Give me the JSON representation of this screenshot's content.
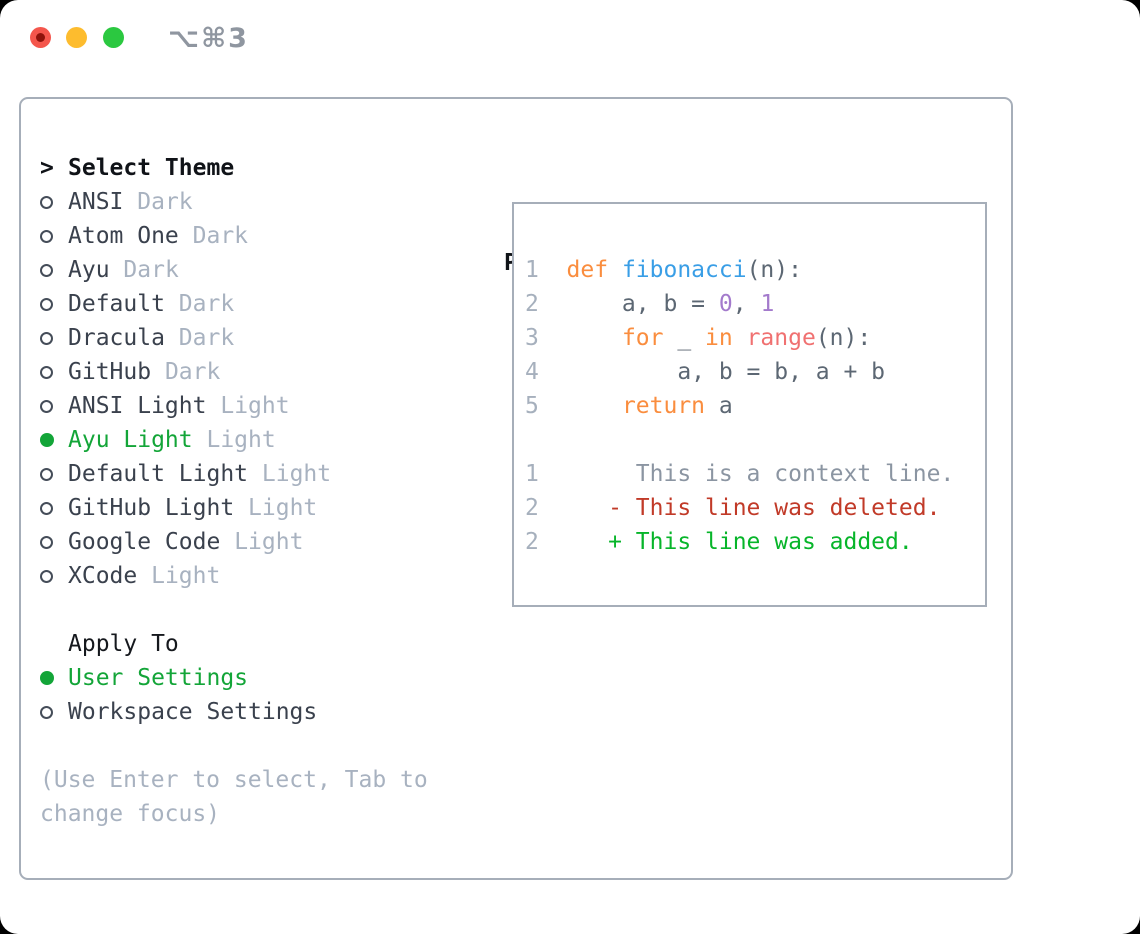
{
  "window": {
    "title": "⌥⌘3"
  },
  "panel": {
    "header": {
      "chevron": ">",
      "label": "Select Theme"
    },
    "themes": [
      {
        "name": "ANSI",
        "variant": "Dark",
        "selected": false
      },
      {
        "name": "Atom One",
        "variant": "Dark",
        "selected": false
      },
      {
        "name": "Ayu",
        "variant": "Dark",
        "selected": false
      },
      {
        "name": "Default",
        "variant": "Dark",
        "selected": false
      },
      {
        "name": "Dracula",
        "variant": "Dark",
        "selected": false
      },
      {
        "name": "GitHub",
        "variant": "Dark",
        "selected": false
      },
      {
        "name": "ANSI Light",
        "variant": "Light",
        "selected": false
      },
      {
        "name": "Ayu Light",
        "variant": "Light",
        "selected": true
      },
      {
        "name": "Default Light",
        "variant": "Light",
        "selected": false
      },
      {
        "name": "GitHub Light",
        "variant": "Light",
        "selected": false
      },
      {
        "name": "Google Code",
        "variant": "Light",
        "selected": false
      },
      {
        "name": "XCode",
        "variant": "Light",
        "selected": false
      }
    ],
    "apply_to": {
      "label": "Apply To",
      "options": [
        {
          "name": "User Settings",
          "selected": true
        },
        {
          "name": "Workspace Settings",
          "selected": false
        }
      ]
    },
    "hint_line1": "(Use Enter to select, Tab to",
    "hint_line2": "change focus)"
  },
  "preview": {
    "title": "Preview",
    "lines": [
      {
        "segs": [
          {
            "c": "ln",
            "t": "1  "
          },
          {
            "c": "kw",
            "t": "def "
          },
          {
            "c": "fn",
            "t": "fibonacci"
          },
          {
            "c": "fg",
            "t": "(n):"
          }
        ]
      },
      {
        "segs": [
          {
            "c": "ln",
            "t": "2  "
          },
          {
            "c": "fg",
            "t": "    a, b = "
          },
          {
            "c": "num",
            "t": "0"
          },
          {
            "c": "fg",
            "t": ", "
          },
          {
            "c": "num",
            "t": "1"
          }
        ]
      },
      {
        "segs": [
          {
            "c": "ln",
            "t": "3  "
          },
          {
            "c": "fg",
            "t": "    "
          },
          {
            "c": "kw",
            "t": "for"
          },
          {
            "c": "fg",
            "t": " _ "
          },
          {
            "c": "kw",
            "t": "in "
          },
          {
            "c": "cor",
            "t": "range"
          },
          {
            "c": "fg",
            "t": "(n):"
          }
        ]
      },
      {
        "segs": [
          {
            "c": "ln",
            "t": "4  "
          },
          {
            "c": "fg",
            "t": "        a, b = b, a + b"
          }
        ]
      },
      {
        "segs": [
          {
            "c": "ln",
            "t": "5  "
          },
          {
            "c": "fg",
            "t": "    "
          },
          {
            "c": "kw",
            "t": "return "
          },
          {
            "c": "fg",
            "t": "a"
          }
        ]
      },
      {
        "segs": []
      },
      {
        "segs": [
          {
            "c": "ln",
            "t": "1  "
          },
          {
            "c": "ctx",
            "t": "     This is a context line."
          }
        ]
      },
      {
        "segs": [
          {
            "c": "ln",
            "t": "2  "
          },
          {
            "c": "del",
            "t": "   - This line was deleted."
          }
        ]
      },
      {
        "segs": [
          {
            "c": "ln",
            "t": "2  "
          },
          {
            "c": "add",
            "t": "   + This line was added."
          }
        ]
      }
    ]
  },
  "colors": {
    "panel_border": "#a6aeb9",
    "selection_green": "#13a538",
    "keyword_orange": "#fa8d3e",
    "function_blue": "#399ee6",
    "number_purple": "#a37acc",
    "builtin_coral": "#f07171",
    "deleted_red": "#c13a28",
    "added_green": "#07b52a",
    "muted_gray": "#a8b2c0",
    "code_fg": "#5c6773"
  }
}
